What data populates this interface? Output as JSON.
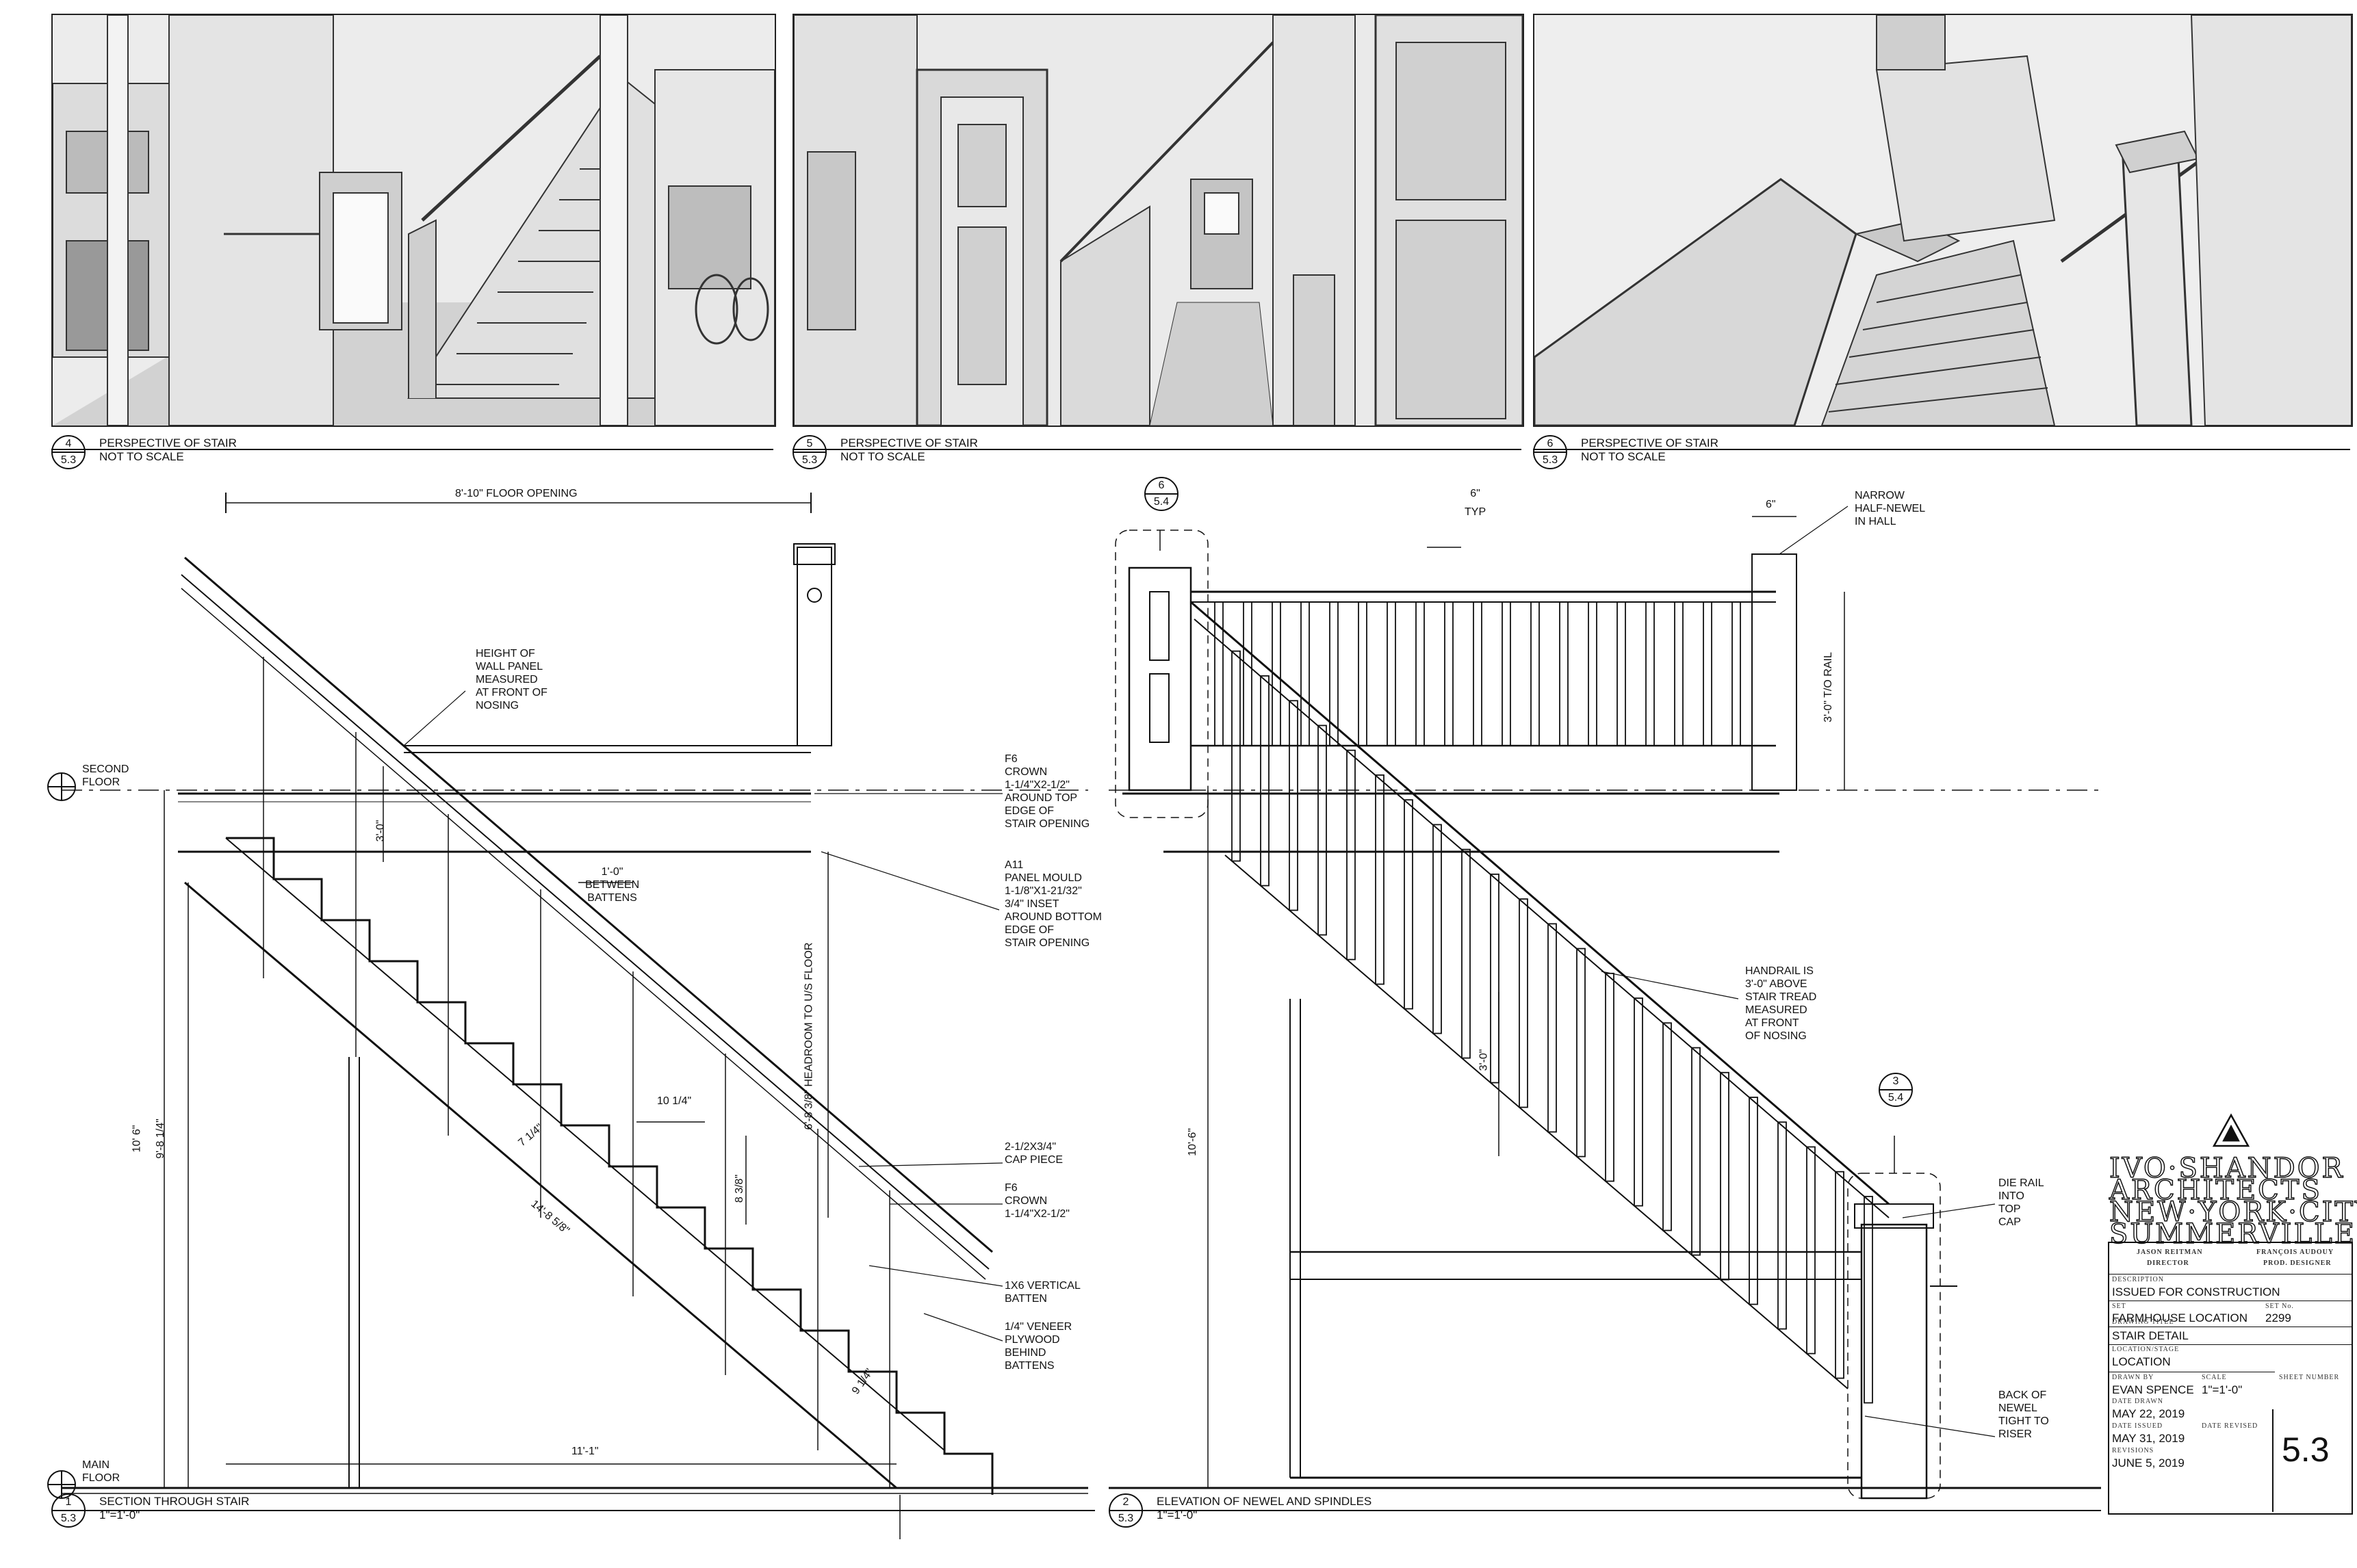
{
  "perspectives": [
    {
      "number": "4",
      "sheet": "5.3",
      "title": "PERSPECTIVE OF STAIR",
      "scale": "NOT TO SCALE"
    },
    {
      "number": "5",
      "sheet": "5.3",
      "title": "PERSPECTIVE OF STAIR",
      "scale": "NOT TO SCALE"
    },
    {
      "number": "6",
      "sheet": "5.3",
      "title": "PERSPECTIVE OF STAIR",
      "scale": "NOT TO SCALE"
    }
  ],
  "section": {
    "number": "1",
    "sheet": "5.3",
    "title": "SECTION THROUGH STAIR",
    "scale": "1\"=1'-0\"",
    "floor_opening": "8'-10\" FLOOR OPENING",
    "height_of_panel": [
      "HEIGHT OF",
      "WALL PANEL",
      "MEASURED",
      "AT FRONT OF",
      "NOSING"
    ],
    "second_floor": [
      "SECOND",
      "FLOOR"
    ],
    "main_floor": [
      "MAIN",
      "FLOOR"
    ],
    "dim_3ft": "3'-0\"",
    "between_battens": [
      "1'-0\"",
      "BETWEEN",
      "BATTENS"
    ],
    "headroom": "6'-8 3/8\" HEADROOM TO U/S FLOOR",
    "dim_10_1_4": "10 1/4\"",
    "dim_7_1_4": "7 1/4\"",
    "dim_8_3_8": "8 3/8\"",
    "dim_14_8": "14'-8 5/8\"",
    "dim_9_1_4": "9 1/4\"",
    "dim_11_1": "11'-1\"",
    "dim_10_6": "10' 6\"",
    "dim_9_8": "9'-8 1/4\"",
    "note_f6_crown_top": [
      "F6",
      "CROWN",
      "1-1/4\"X2-1/2\"",
      "AROUND TOP",
      "EDGE OF",
      "STAIR OPENING"
    ],
    "note_a11": [
      "A11",
      "PANEL MOULD",
      "1-1/8\"X1-21/32\"",
      "3/4\" INSET",
      "AROUND BOTTOM",
      "EDGE OF",
      "STAIR OPENING"
    ],
    "note_cap": [
      "2-1/2X3/4\"",
      "CAP PIECE"
    ],
    "note_f6_crown": [
      "F6",
      "CROWN",
      "1-1/4\"X2-1/2\""
    ],
    "note_batten": [
      "1X6 VERTICAL",
      "BATTEN"
    ],
    "note_plywood": [
      "1/4\" VENEER",
      "PLYWOOD",
      "BEHIND",
      "BATTENS"
    ]
  },
  "elevation": {
    "number": "2",
    "sheet": "5.3",
    "title": "ELEVATION OF NEWEL AND SPINDLES",
    "scale": "1\"=1'-0\"",
    "detail_top": {
      "number": "6",
      "sheet": "5.4"
    },
    "detail_bottom": {
      "number": "3",
      "sheet": "5.4"
    },
    "dim_6_typ": [
      "6\"",
      "TYP"
    ],
    "dim_6": "6\"",
    "note_half_newel": [
      "NARROW",
      "HALF-NEWEL",
      "IN HALL"
    ],
    "dim_rail": "3'-0\" T/O RAIL",
    "note_handrail": [
      "HANDRAIL IS",
      "3'-0\" ABOVE",
      "STAIR TREAD",
      "MEASURED",
      "AT FRONT",
      "OF NOSING"
    ],
    "dim_3ft": "3'-0\"",
    "dim_10_6": "10'-6\"",
    "note_die_rail": [
      "DIE RAIL",
      "INTO",
      "TOP",
      "CAP"
    ],
    "note_back_newel": [
      "BACK OF",
      "NEWEL",
      "TIGHT TO",
      "RISER"
    ]
  },
  "firm": [
    "IVO·SHANDOR",
    "ARCHITECTS",
    "NEW·YORK·CITY",
    "SUMMERVILLE"
  ],
  "title_block": {
    "director_name": "JASON REITMAN",
    "director_role": "DIRECTOR",
    "designer_name": "FRANÇOIS AUDOUY",
    "designer_role": "PROD. DESIGNER",
    "description_label": "DESCRIPTION",
    "description": "ISSUED FOR CONSTRUCTION",
    "set_label": "SET",
    "set_no_label": "SET No.",
    "set": "FARMHOUSE LOCATION",
    "set_no": "2299",
    "drawing_title_label": "DRAWING TITLE",
    "drawing_title": "STAIR DETAIL",
    "location_label": "LOCATION/STAGE",
    "location": "LOCATION",
    "drawn_by_label": "DRAWN BY",
    "scale_label": "SCALE",
    "sheet_number_label": "SHEET NUMBER",
    "drawn_by": "EVAN SPENCE",
    "scale": "1\"=1'-0\"",
    "date_drawn_label": "DATE DRAWN",
    "date_drawn": "MAY 22, 2019",
    "date_issued_label": "DATE ISSUED",
    "date_revised_label": "DATE REVISED",
    "date_issued": "MAY 31, 2019",
    "revisions_label": "REVISIONS",
    "revisions": "JUNE 5, 2019",
    "sheet_number": "5.3"
  }
}
